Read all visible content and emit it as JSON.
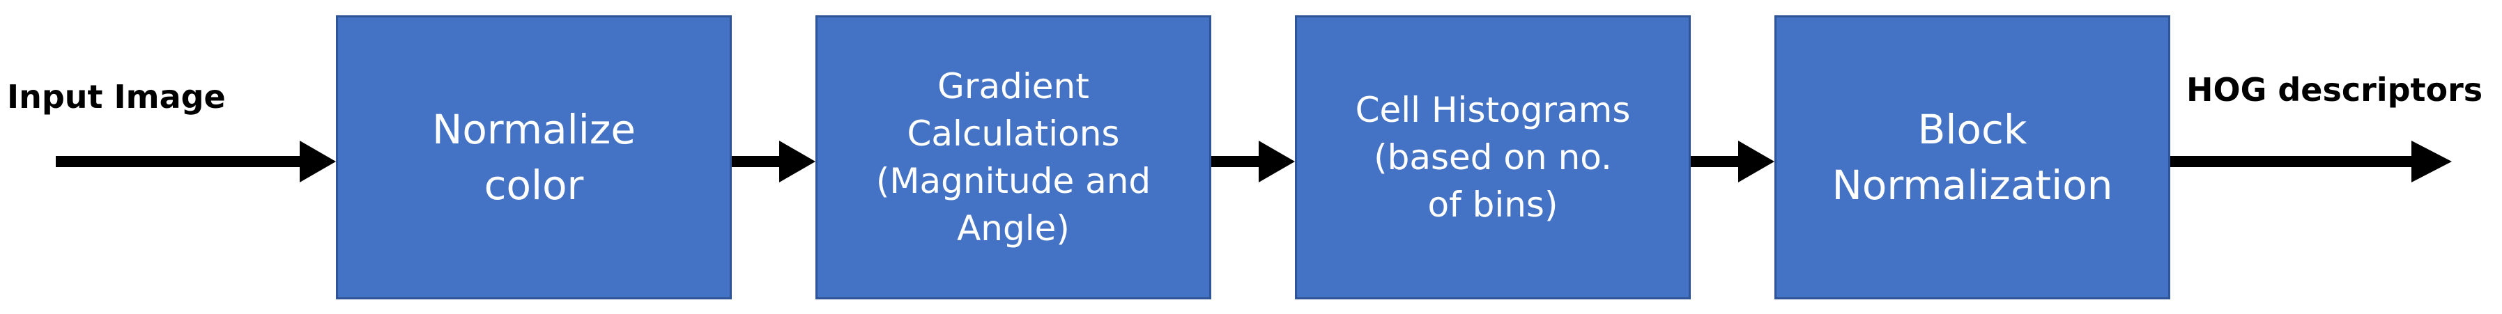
{
  "diagram": {
    "input_label": "Input Image",
    "output_label": "HOG descriptors",
    "steps": [
      {
        "label": "Normalize\ncolor"
      },
      {
        "label": "Gradient\nCalculations\n(Magnitude and\nAngle)"
      },
      {
        "label": "Cell Histograms\n(based on no.\nof bins)"
      },
      {
        "label": "Block\nNormalization"
      }
    ],
    "colors": {
      "box_fill": "#4472c4",
      "box_border": "#2f5597",
      "box_text": "#ffffff",
      "arrow": "#000000"
    }
  }
}
